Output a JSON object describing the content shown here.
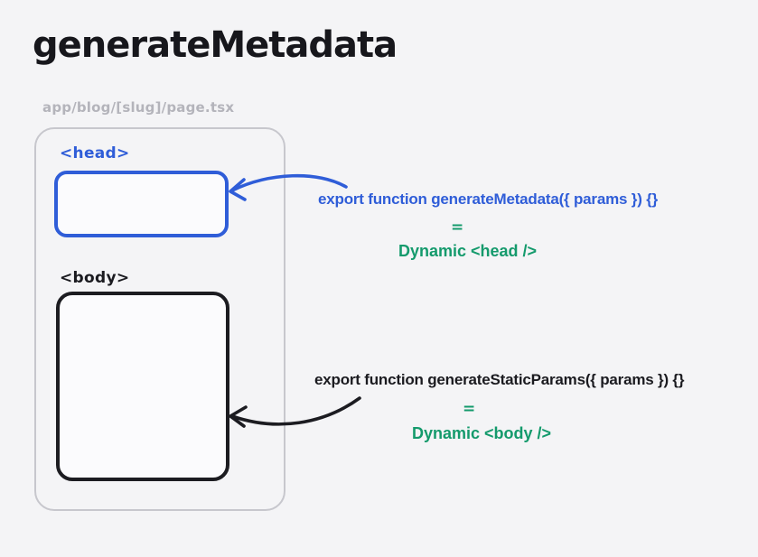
{
  "header": {
    "title": "generateMetadata"
  },
  "file_tab": {
    "path": "app/blog/[slug]/page.tsx"
  },
  "page_frame": {
    "head_tag": "<head>",
    "body_tag": "<body>"
  },
  "annotations": {
    "head": {
      "code": "export function generateMetadata({ params }) {}",
      "equals": "=",
      "result": "Dynamic <head />"
    },
    "body": {
      "code": "export function generateStaticParams({ params }) {}",
      "equals": "=",
      "result": "Dynamic <body />"
    }
  },
  "icons": {
    "arrow_to_head": "curved-arrow-pointing-left-to-head-box",
    "arrow_to_body": "curved-arrow-pointing-left-to-body-box"
  },
  "colors": {
    "background": "#f4f4f6",
    "ink": "#1b1b20",
    "blue_accent": "#2f5dd8",
    "green_accent": "#149a6c",
    "muted_gray": "#b4b4bb",
    "frame_border": "#c7c7cd"
  }
}
